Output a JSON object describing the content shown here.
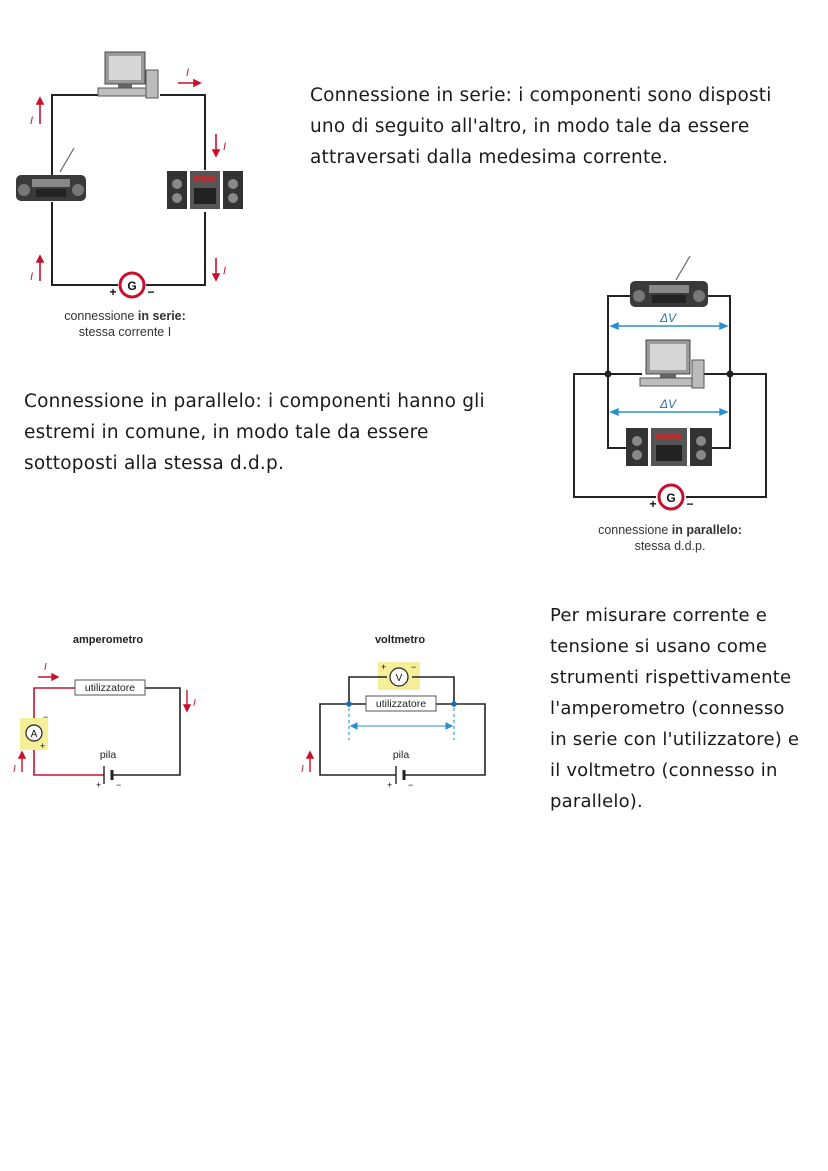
{
  "series_section": {
    "description": "Connessione in serie: i componenti sono disposti uno di seguito all'altro, in modo tale da essere attraversati dalla medesima corrente.",
    "lines": [
      "Connessione in serie: i componenti sono disposti",
      "uno di seguito all'altro, in modo tale da essere",
      "attraversati dalla medesima corrente."
    ],
    "caption_line1_prefix": "connessione ",
    "caption_line1_bold": "in serie:",
    "caption_line2": "stessa corrente I",
    "current_symbol": "I",
    "generator_label": "G",
    "plus": "+",
    "minus": "−"
  },
  "parallel_section": {
    "lines": [
      "Connessione in parallelo: i componenti hanno gli",
      "estremi in comune, in modo tale da essere",
      "sottoposti alla stessa d.d.p."
    ],
    "caption_line1_prefix": "connessione ",
    "caption_line1_bold": "in parallelo:",
    "caption_line2": "stessa d.d.p.",
    "delta_v": "ΔV",
    "generator_label": "G"
  },
  "measure_section": {
    "lines": [
      "Per misurare corrente e",
      "tensione si usano come",
      "strumenti rispettivamente",
      "l'amperometro (connesso",
      "in serie con l'utilizzatore) e",
      "il voltmetro (connesso in",
      "parallelo)."
    ],
    "ammeter": {
      "title": "amperometro",
      "load": "utilizzatore",
      "battery": "pila",
      "meter": "A",
      "current_symbol": "I"
    },
    "voltmeter": {
      "title": "voltmetro",
      "load": "utilizzatore",
      "battery": "pila",
      "meter": "V",
      "current_symbol": "I"
    }
  },
  "colors": {
    "current_arrow": "#c8102e",
    "wire": "#222222",
    "dimension_line": "#2a8fd0",
    "meter_highlight": "#f5ef9a"
  }
}
